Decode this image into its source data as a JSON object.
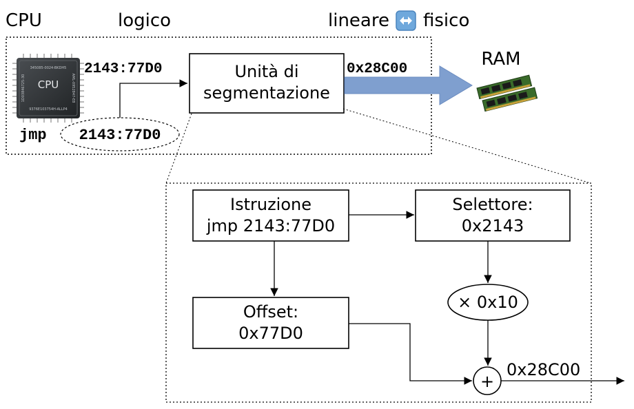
{
  "header": {
    "cpu_label": "CPU",
    "logico_label": "logico",
    "lineare_label": "lineare",
    "fisico_label": "fisico",
    "ram_label": "RAM"
  },
  "cpu_chip": {
    "label": "CPU",
    "line1": "345085-0024-BKDH5",
    "line2": "9376E103754H-ALLP4",
    "side_left": "1D03846725-30",
    "side_right": "AML-0952847-E8"
  },
  "top": {
    "logical_address": "2143:77D0",
    "linear_address": "0x28C00",
    "jmp_keyword": "jmp",
    "jmp_operand": "2143:77D0",
    "segmentation_line1": "Unità di",
    "segmentation_line2": "segmentazione"
  },
  "detail": {
    "istruzione_line1": "Istruzione",
    "istruzione_line2": "jmp 2143:77D0",
    "selettore_line1": "Selettore:",
    "selettore_line2": "0x2143",
    "offset_line1": "Offset:",
    "offset_line2": "0x77D0",
    "multiply_label": "× 0x10",
    "plus_label": "+",
    "result_label": "0x28C00"
  },
  "colors": {
    "arrow_blue": "#7f9fcf",
    "arrow_blue_stroke": "#6b8cc0",
    "swap_icon_bg": "#6fa8dc",
    "ram_green": "#3a6b2a",
    "chip_dark": "#2f3235"
  }
}
